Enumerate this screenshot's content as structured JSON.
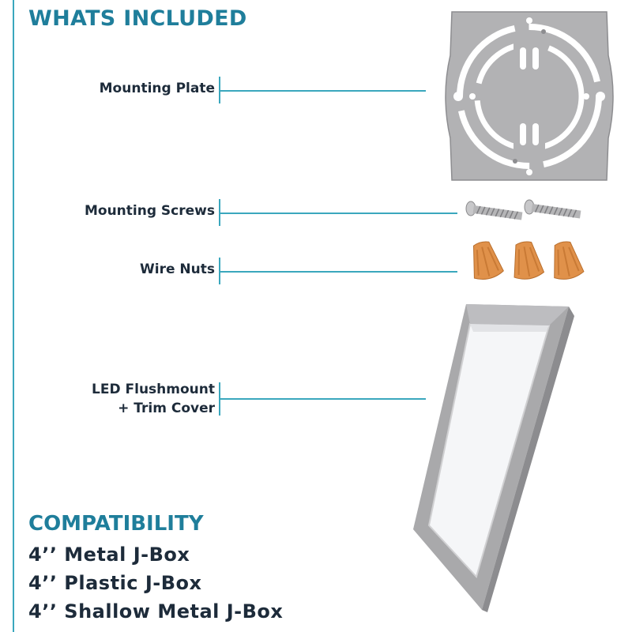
{
  "header": {
    "title": "WHATS INCLUDED"
  },
  "items": [
    {
      "label_lines": [
        "Mounting Plate"
      ],
      "icon": "mounting-plate"
    },
    {
      "label_lines": [
        "Mounting Screws"
      ],
      "icon": "screw"
    },
    {
      "label_lines": [
        "Wire Nuts"
      ],
      "icon": "wire-nut"
    },
    {
      "label_lines": [
        "LED Flushmount",
        "+ Trim Cover"
      ],
      "icon": "led-flushmount-panel"
    }
  ],
  "compatibility": {
    "title": "COMPATIBILITY",
    "list": [
      "4’’ Metal J-Box",
      "4’’ Plastic J-Box",
      "4’’ Shallow Metal J-Box"
    ]
  },
  "colors": {
    "accent": "#1f7e9b",
    "line": "#3aa7bd",
    "text": "#1d2b3a",
    "nut": "#e0914a",
    "metal": "#a9a9ab"
  }
}
